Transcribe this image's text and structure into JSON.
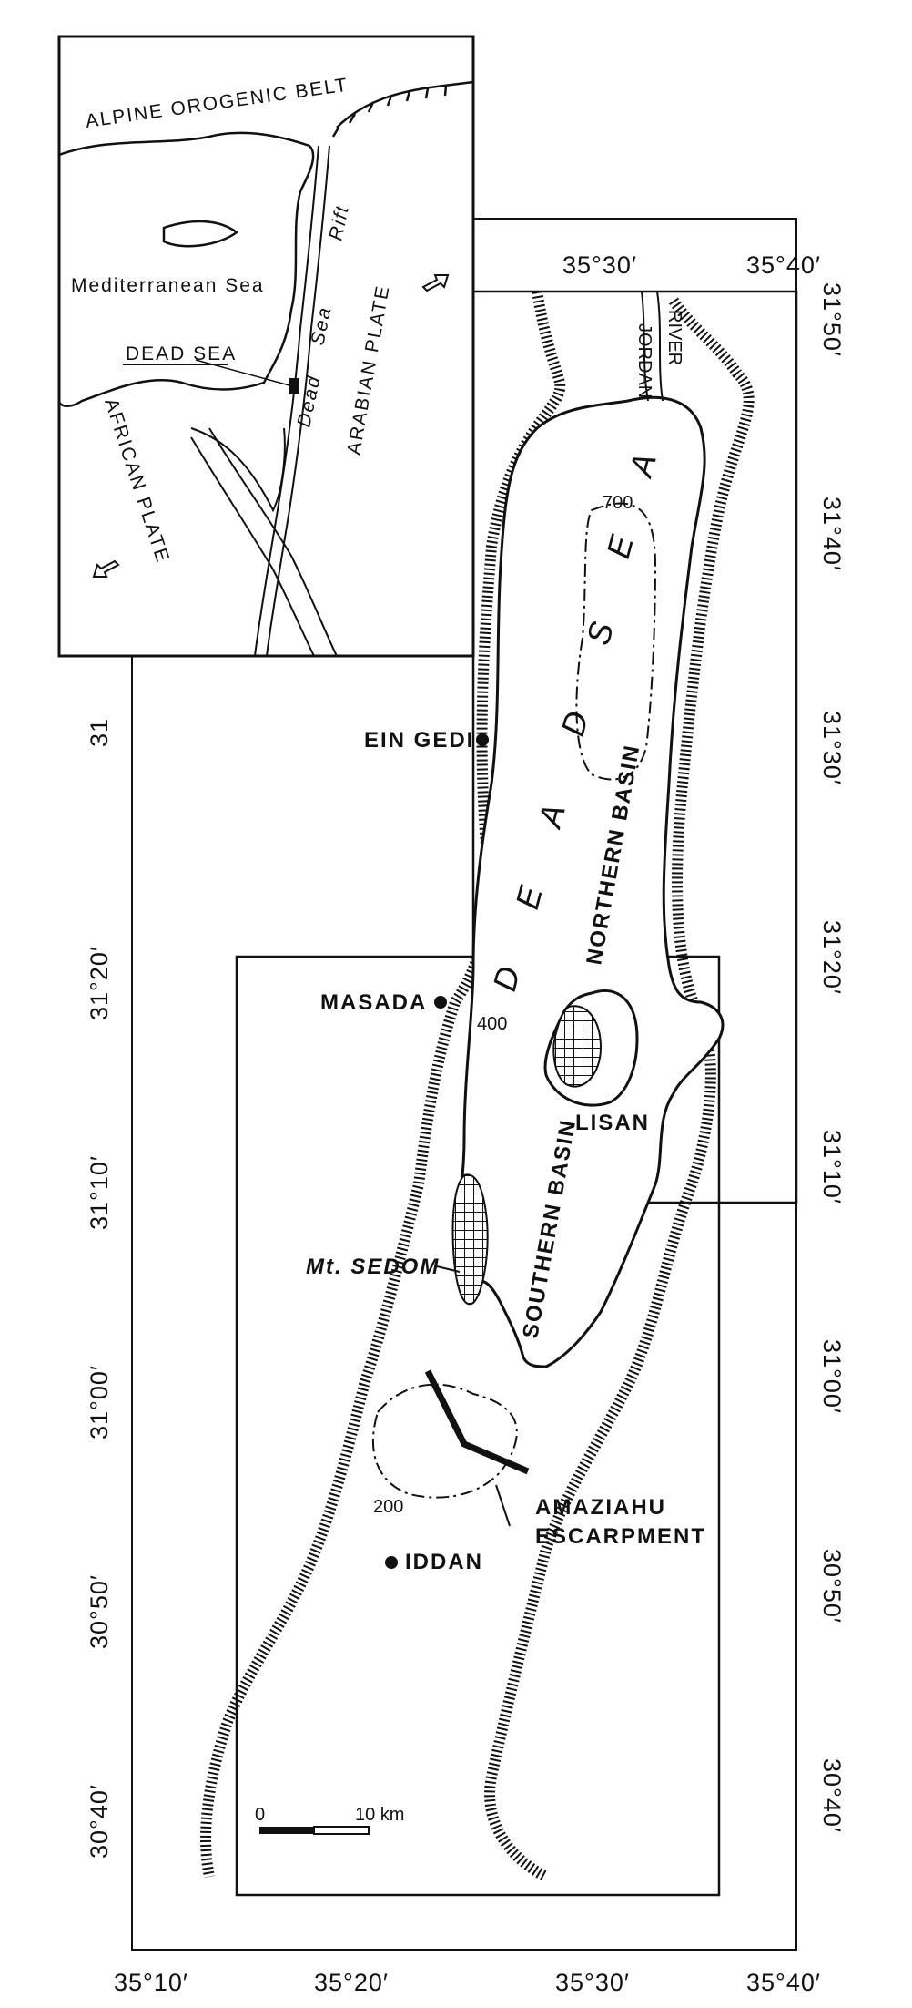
{
  "map": {
    "top_longitudes": [
      "35°30′",
      "35°40′"
    ],
    "bottom_longitudes": [
      "35°10′",
      "35°20′",
      "35°30′",
      "35°40′"
    ],
    "right_latitudes": [
      "31°50′",
      "31°40′",
      "31°30′",
      "31°20′",
      "31°10′",
      "31°00′",
      "30°50′",
      "30°40′"
    ],
    "left_latitudes": [
      "31",
      "31°20′",
      "31°10′",
      "31°00′",
      "30°50′",
      "30°40′"
    ],
    "places": {
      "ein_gedi": "EIN GEDI",
      "masada": "MASADA",
      "iddan": "IDDAN",
      "mt_sedom": "Mt. SEDOM",
      "lisan": "LISAN",
      "amaziahu_1": "AMAZIAHU",
      "amaziahu_2": "ESCARPMENT",
      "jordan_1": "JORDAN",
      "jordan_2": "RIVER"
    },
    "water_labels": {
      "dead_sea_letters": [
        "D",
        "E",
        "A",
        "D",
        "S",
        "E",
        "A"
      ],
      "northern_basin": "NORTHERN BASIN",
      "southern_basin": "SOUTHERN BASIN"
    },
    "contours": [
      "700",
      "400",
      "200"
    ],
    "scale_bar": {
      "start": "0",
      "end": "10 km"
    }
  },
  "inset": {
    "alpine_belt": "ALPINE OROGENIC BELT",
    "mediterranean": "Mediterranean Sea",
    "dead_sea": "DEAD SEA",
    "african_plate": "AFRICAN PLATE",
    "arabian_plate": "ARABIAN PLATE",
    "rift_1": "Dead",
    "rift_2": "Sea",
    "rift_3": "Rift"
  },
  "colors": {
    "ink": "#111111",
    "paper": "#ffffff"
  }
}
